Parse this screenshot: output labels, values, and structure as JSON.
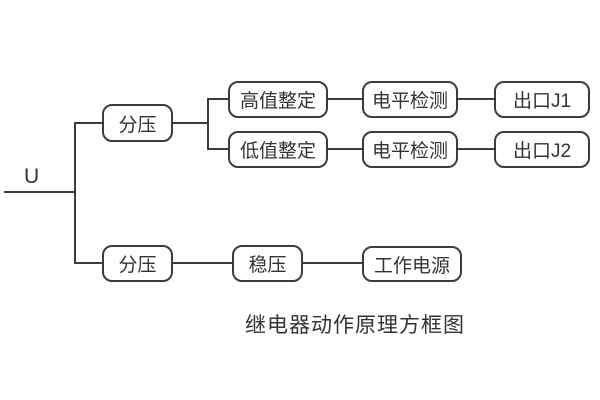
{
  "diagram": {
    "input_label": "U",
    "caption": "继电器动作原理方框图",
    "nodes": {
      "divider_top": "分压",
      "high_setting": "高值整定",
      "level_detect_1": "电平检测",
      "output_j1": "出口J1",
      "low_setting": "低值整定",
      "level_detect_2": "电平检测",
      "output_j2": "出口J2",
      "divider_bottom": "分压",
      "regulator": "稳压",
      "working_power": "工作电源"
    },
    "colors": {
      "line": "#3c3c3c",
      "text": "#333333",
      "background": "#ffffff"
    }
  }
}
